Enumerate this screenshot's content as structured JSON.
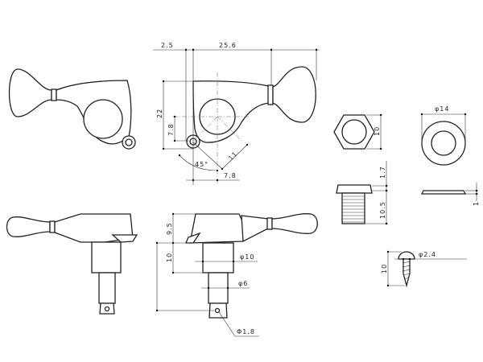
{
  "labels": {
    "width_offset": "2.5",
    "width_total": "25.6",
    "height_total": "22",
    "hole_height": "7.8",
    "hole_horizontal": "7.8",
    "angle": "45°",
    "diagonal": "11",
    "housing_height": "9.5",
    "shaft_length": "10",
    "shaft_diameter": "φ10",
    "post_diameter": "φ6",
    "string_hole": "Φ1.8",
    "nut_size": "10",
    "washer_diameter": "φ14",
    "bushing_flange": "1.7",
    "bushing_length": "10.5",
    "washer_thickness": "1",
    "screw_diameter": "φ2.4",
    "screw_length": "10"
  }
}
